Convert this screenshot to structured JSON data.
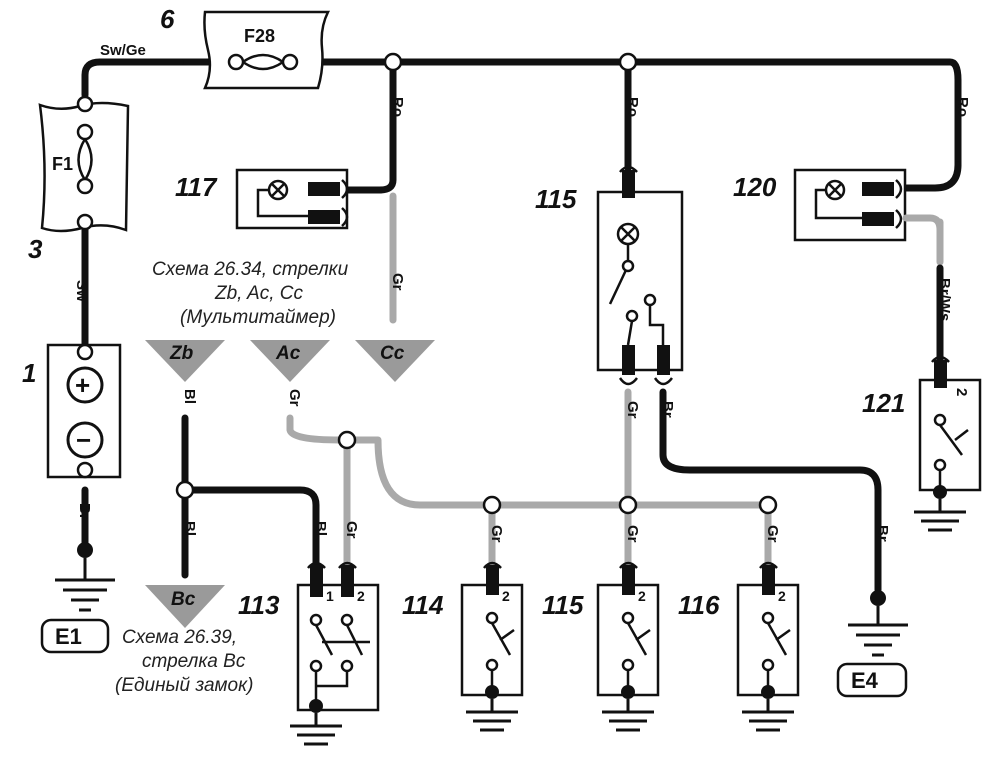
{
  "components": {
    "battery": "1",
    "fuse_box_f1": "3",
    "fuse_box_f28": "6",
    "light_117": "117",
    "switch_115_top": "115",
    "light_120": "120",
    "switch_121": "121",
    "switch_113": "113",
    "switch_114": "114",
    "switch_115_bottom": "115",
    "switch_116": "116"
  },
  "fuses": {
    "f1": "F1",
    "f28": "F28"
  },
  "grounds": {
    "e1": "E1",
    "e4": "E4"
  },
  "wires": {
    "sw_ge": "Sw/Ge",
    "sw": "Sw",
    "br": "Br",
    "ro": "Ro",
    "gr": "Gr",
    "bl": "Bl",
    "br_ws": "Br/Ws"
  },
  "connectors": {
    "zb": "Zb",
    "ac": "Ac",
    "cc": "Cc",
    "bc": "Bc"
  },
  "pins": {
    "p1": "1",
    "p2": "2"
  },
  "battery_symbols": {
    "plus": "+",
    "minus": "−"
  },
  "notes": {
    "note1_line1": "Схема 26.34, стрелки",
    "note1_line2": "Zb, Ac, Cc",
    "note1_line3": "(Мультитаймер)",
    "note2_line1": "Схема 26.39,",
    "note2_line2": "стрелка Bc",
    "note2_line3": "(Единый замок)"
  }
}
